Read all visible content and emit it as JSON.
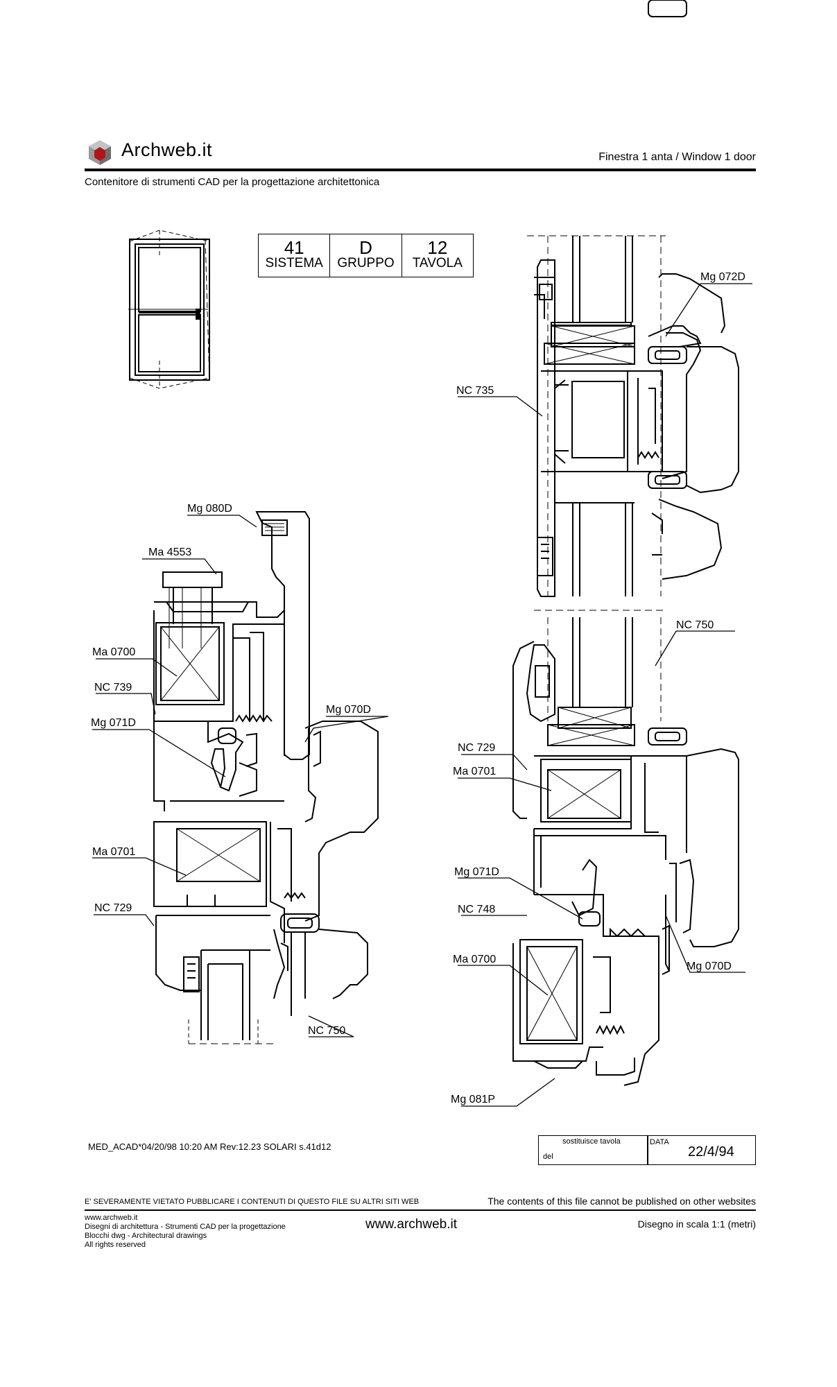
{
  "header": {
    "logo_text": "Archweb.it",
    "drawing_title": "Finestra 1 anta  /  Window 1 door",
    "subtitle": "Contenitore di strumenti CAD per la progettazione architettonica"
  },
  "title_block": {
    "cells": [
      {
        "value": "41",
        "label": "SISTEMA"
      },
      {
        "value": "D",
        "label": "GRUPPO"
      },
      {
        "value": "12",
        "label": "TAVOLA"
      }
    ]
  },
  "labels": {
    "left": [
      "Mg 080D",
      "Ma 4553",
      "Ma 0700",
      "NC 739",
      "Mg 071D",
      "Mg 070D",
      "Ma 0701",
      "NC 729",
      "NC 750"
    ],
    "right_top": [
      "Mg 072D",
      "NC 735"
    ],
    "right_bottom": [
      "NC 750",
      "NC 729",
      "Ma 0701",
      "Mg 071D",
      "NC 748",
      "Ma 0700",
      "Mg 070D",
      "Mg 081P"
    ]
  },
  "footer": {
    "file_info": "MED_ACAD*04/20/98 10:20 AM Rev:12.23  SOLARI s.41d12",
    "replaces_label": "sostituisce tavola",
    "del_label": "del",
    "date_label": "DATA",
    "date_value": "22/4/94",
    "warning_it": "E' SEVERAMENTE VIETATO PUBBLICARE I CONTENUTI DI QUESTO FILE SU ALTRI SITI WEB",
    "warning_en": "The contents of this file cannot be published on other websites",
    "credits": [
      "www.archweb.it",
      "Disegni di architettura - Strumenti CAD  per la progettazione",
      "Blocchi dwg - Architectural drawings",
      "All rights reserved"
    ],
    "site": "www.archweb.it",
    "scale": "Disegno in scala 1:1 (metri)"
  }
}
